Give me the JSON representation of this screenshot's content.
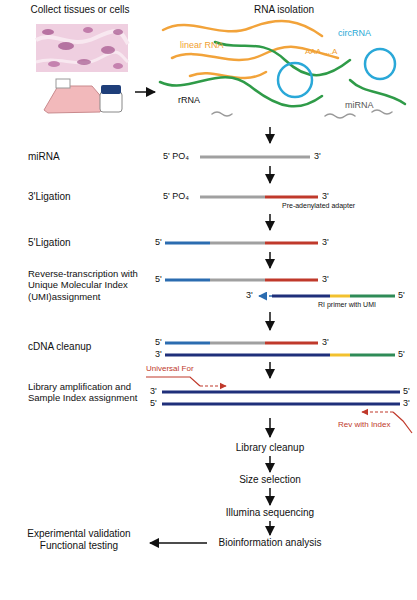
{
  "diagram": {
    "nodes": [
      {
        "text": [
          "Collect tissues or cells"
        ]
      },
      {
        "text": [
          "RNA isolation"
        ]
      },
      {
        "text": [
          "Library cleanup"
        ]
      },
      {
        "text": [
          "Size selection"
        ]
      },
      {
        "text": [
          "Illumina sequencing"
        ]
      },
      {
        "text": [
          "Bioinformation analysis"
        ]
      },
      {
        "text": [
          "Experimental validation Functional testing"
        ]
      }
    ],
    "edges": [
      {
        "from": 0,
        "to": 1,
        "arrow": "to"
      },
      {
        "from": 2,
        "to": 3,
        "arrow": "to"
      },
      {
        "from": 3,
        "to": 4,
        "arrow": "to"
      },
      {
        "from": 4,
        "to": 5,
        "arrow": "to"
      },
      {
        "from": 5,
        "to": 6,
        "arrow": "to"
      }
    ],
    "labels": [
      "linear RNA",
      "AAA.....A",
      "circRNA",
      "rRNA",
      "miRNA",
      "miRNA",
      "5' PO₄",
      "3'",
      "3'Ligation",
      "5' PO₄",
      "3'",
      "Pre-adenylated adapter",
      "5'Ligation",
      "5'",
      "3'",
      "Reverse-transcription with Unique Molecular Index (UMI)assignment",
      "5'",
      "3'",
      "3'",
      "RI primer with UMI",
      "5'",
      "cDNA cleanup",
      "5'",
      "3'",
      "3'",
      "5'",
      "Library amplification and Sample Index assignment",
      "Universal For",
      "3'",
      "5'",
      "5'",
      "3'",
      "Rev with Index"
    ]
  }
}
